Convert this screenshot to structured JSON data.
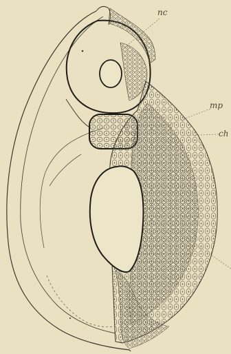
{
  "figure": {
    "labels": {
      "nc": "nc",
      "mp": "mp",
      "ch": "ch"
    },
    "colors": {
      "paper": "#e9e1c1",
      "ink": "#3b382f",
      "faint_ink": "#8d8672"
    }
  }
}
